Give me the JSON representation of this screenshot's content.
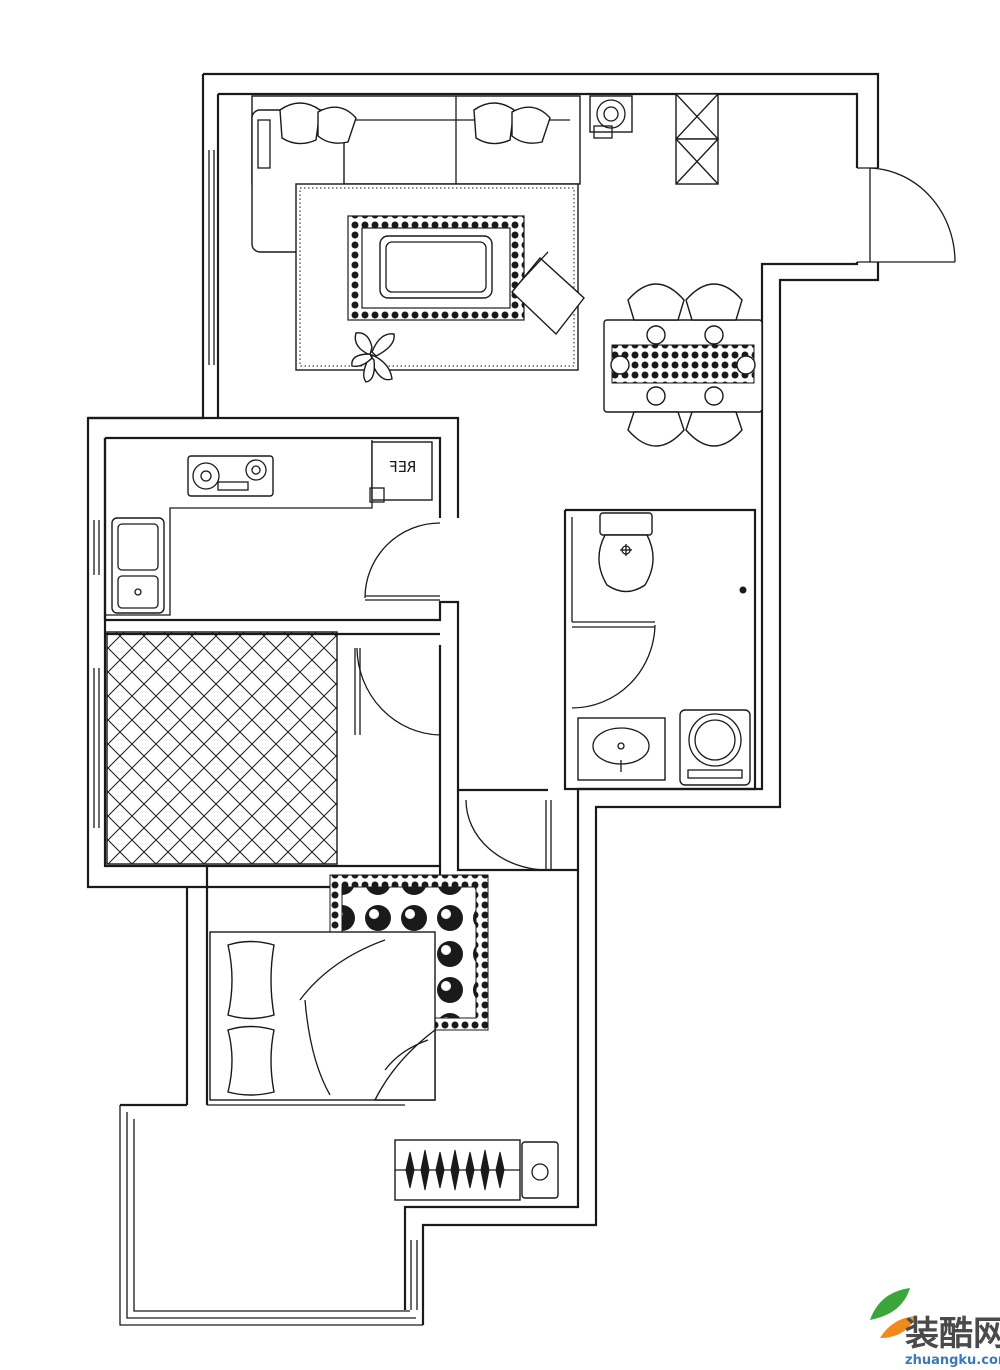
{
  "plan": {
    "fridge_label": "REF"
  },
  "watermark": {
    "brand_cn": "装酷网",
    "brand_url": "zhuangku.com",
    "colors": {
      "leaf_green": "#3aa53a",
      "leaf_orange": "#f08a1e",
      "url_blue": "#3a7ab8"
    }
  },
  "icons": [
    "sofa-icon",
    "armchair-icon",
    "rug-icon",
    "coffee-table-icon",
    "plant-icon",
    "dining-table-icon",
    "chair-icon",
    "stove-icon",
    "sink-icon",
    "refrigerator-icon",
    "toilet-icon",
    "washbasin-icon",
    "washing-machine-icon",
    "bed-icon",
    "pillow-icon",
    "wardrobe-icon",
    "door-icon",
    "window-icon",
    "logo-leaf-icon"
  ]
}
